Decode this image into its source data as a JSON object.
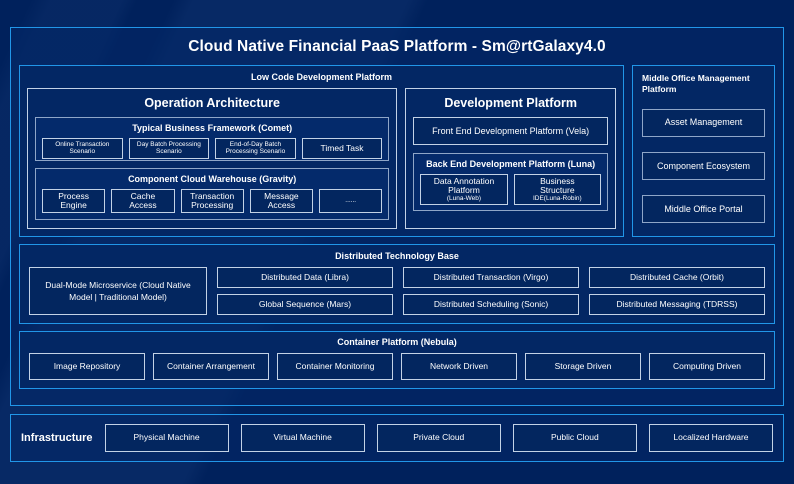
{
  "title": "Cloud Native Financial PaaS Platform - Sm@rtGalaxy4.0",
  "low_code": {
    "title": "Low Code Development Platform",
    "operation_architecture": {
      "title": "Operation Architecture",
      "business_framework": {
        "title": "Typical Business Framework (Comet)",
        "items": [
          "Online Transaction Scenario",
          "Day Batch Processing Scenario",
          "End-of-Day Batch Processing Scenario",
          "Timed Task"
        ]
      },
      "component_warehouse": {
        "title": "Component Cloud Warehouse (Gravity)",
        "items": [
          {
            "line1": "Process",
            "line2": "Engine"
          },
          {
            "line1": "Cache",
            "line2": "Access"
          },
          {
            "line1": "Transaction",
            "line2": "Processing"
          },
          {
            "line1": "Message",
            "line2": "Access"
          },
          {
            "line1": "......",
            "line2": ""
          }
        ]
      }
    },
    "development_platform": {
      "title": "Development Platform",
      "front_end": "Front End Development Platform (Vela)",
      "back_end": {
        "title": "Back End Development Platform (Luna)",
        "items": [
          {
            "line1": "Data Annotation",
            "line2": "Platform",
            "line3": "(Luna-Web)"
          },
          {
            "line1": "Business",
            "line2": "Structure",
            "line3": "IDE(Luna-Robin)"
          }
        ]
      }
    }
  },
  "middle_office": {
    "title": "Middle Office Management Platform",
    "items": [
      "Asset Management",
      "Component Ecosystem",
      "Middle Office Portal"
    ]
  },
  "distributed_technology_base": {
    "title": "Distributed Technology Base",
    "microservice": "Dual-Mode Microservice (Cloud Native Model | Traditional Model)",
    "pairs": [
      {
        "top": "Distributed Data (Libra)",
        "bottom": "Global Sequence (Mars)"
      },
      {
        "top": "Distributed Transaction (Virgo)",
        "bottom": "Distributed Scheduling (Sonic)"
      },
      {
        "top": "Distributed Cache (Orbit)",
        "bottom": "Distributed Messaging (TDRSS)"
      }
    ]
  },
  "container_platform": {
    "title": "Container Platform (Nebula)",
    "items": [
      "Image Repository",
      "Container Arrangement",
      "Container Monitoring",
      "Network Driven",
      "Storage Driven",
      "Computing Driven"
    ]
  },
  "infrastructure": {
    "label": "Infrastructure",
    "items": [
      "Physical Machine",
      "Virtual Machine",
      "Private Cloud",
      "Public Cloud",
      "Localized Hardware"
    ]
  },
  "colors": {
    "page_background": "#00215c",
    "accent_border": "#2196e8",
    "chip_border": "#c3d2e6",
    "panel_border": "#8fa6c8",
    "text": "#ffffff"
  }
}
